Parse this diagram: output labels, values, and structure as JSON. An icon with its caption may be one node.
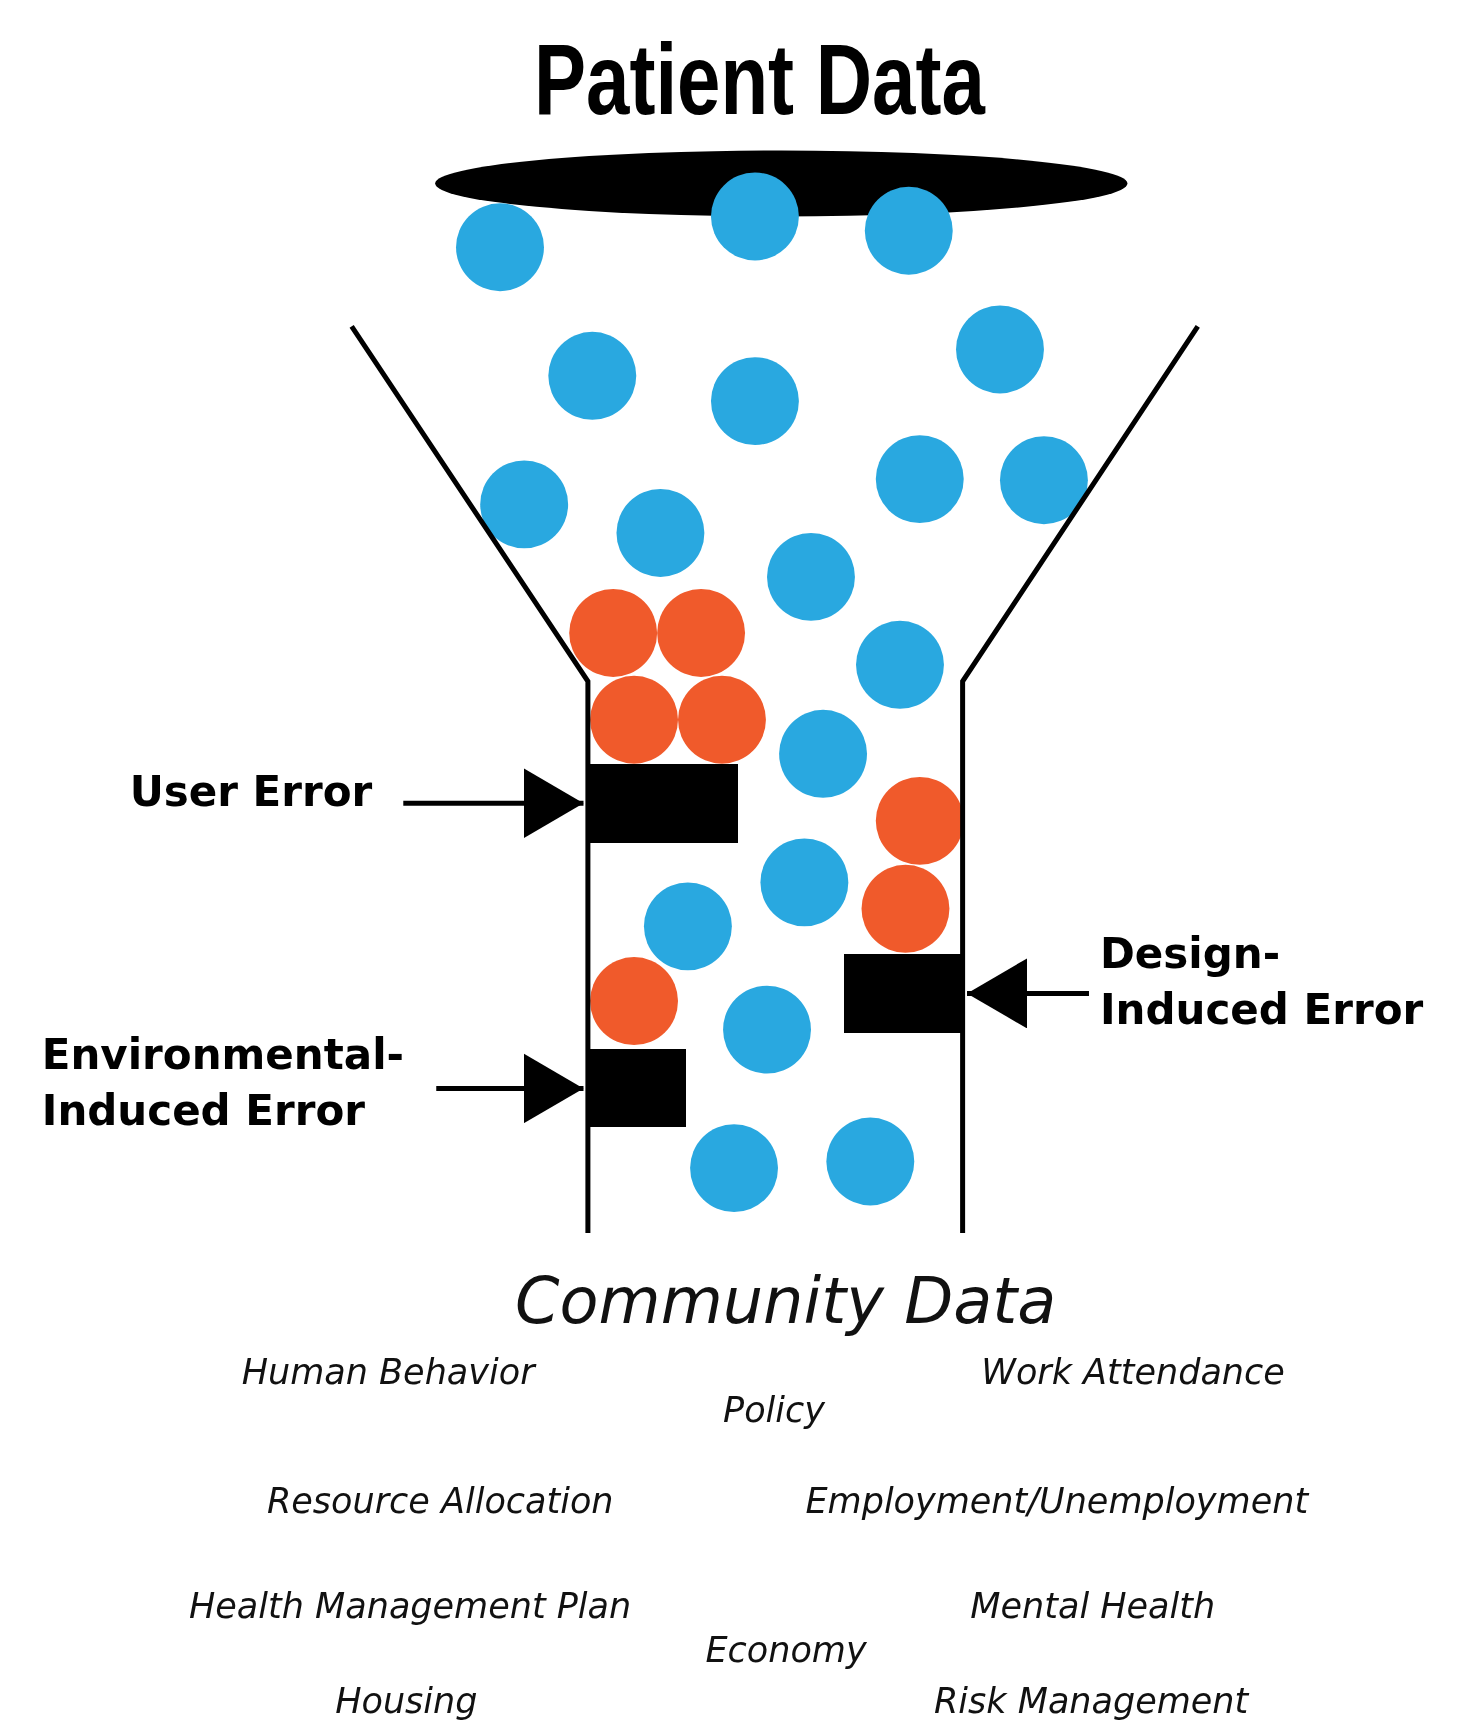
{
  "diagram": {
    "title": "Patient Data",
    "nodes": [
      {
        "text": [
          "User Error"
        ]
      },
      {
        "text": [],
        "shape": "box"
      },
      {
        "text": [],
        "shape": "box"
      },
      {
        "text": [
          "Design-Induced Error"
        ]
      },
      {
        "text": [
          "Environmental-Induced Error"
        ]
      },
      {
        "text": [],
        "shape": "box"
      }
    ],
    "edges": [
      {
        "from": 0,
        "to": 1,
        "arrow": "to"
      },
      {
        "from": 3,
        "to": 2,
        "arrow": "to"
      },
      {
        "from": 4,
        "to": 5,
        "arrow": "to"
      }
    ],
    "labels": [
      "Community Data",
      "Human Behavior",
      "Work Attendance",
      "Policy",
      "Resource Allocation",
      "Employment/Unemployment",
      "Health Management Plan",
      "Mental Health",
      "Economy",
      "Housing",
      "Risk Management"
    ]
  }
}
